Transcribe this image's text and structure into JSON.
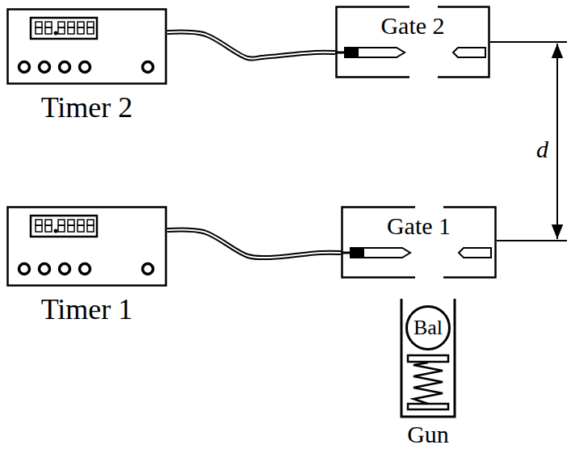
{
  "diagram": {
    "nodes": [
      {
        "text": [
          "Timer 2"
        ]
      },
      {
        "text": [
          "Gate 2"
        ]
      },
      {
        "text": [
          "Timer 1"
        ]
      },
      {
        "text": [
          "Gate 1"
        ]
      },
      {
        "text": [
          "Gun"
        ]
      },
      {
        "text": [
          "Bal"
        ],
        "in": 4
      }
    ],
    "edges": [
      {
        "from": 0,
        "to": 1,
        "arrow": "none"
      },
      {
        "from": 2,
        "to": 3,
        "arrow": "none"
      }
    ],
    "labels": [
      "d"
    ]
  }
}
